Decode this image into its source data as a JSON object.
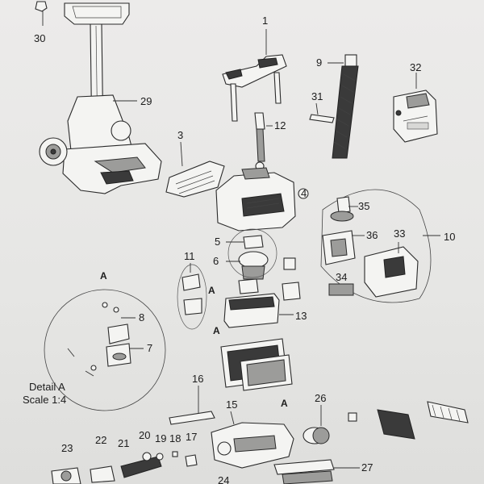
{
  "labels": {
    "p1": "1",
    "p3": "3",
    "p4": "4",
    "p5": "5",
    "p6": "6",
    "p7": "7",
    "p8": "8",
    "p9": "9",
    "p10": "10",
    "p11": "11",
    "p12": "12",
    "p13": "13",
    "p15": "15",
    "p16": "16",
    "p17": "17",
    "p18": "18",
    "p19": "19",
    "p20": "20",
    "p21": "21",
    "p22": "22",
    "p23": "23",
    "p24": "24",
    "p26": "26",
    "p27": "27",
    "p29": "29",
    "p30": "30",
    "p31": "31",
    "p32": "32",
    "p33": "33",
    "p34": "34",
    "p35": "35",
    "p36": "36",
    "a1": "A",
    "a2": "A",
    "a3": "A",
    "a4": "A"
  },
  "detail": {
    "title": "Detail A",
    "scale": "Scale 1:4"
  },
  "icons": [
    "caddy-cart",
    "handle",
    "filter-cartridge",
    "brush-roller",
    "track",
    "power-supply"
  ]
}
